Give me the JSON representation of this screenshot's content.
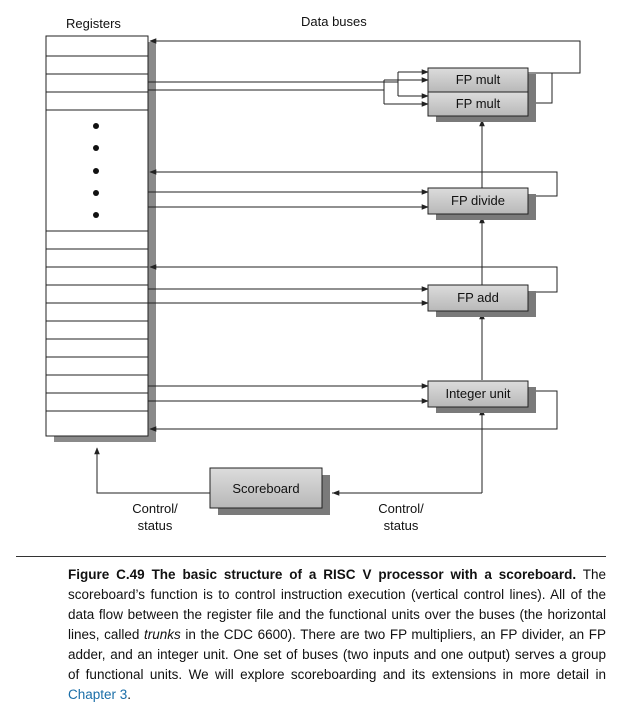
{
  "diagram": {
    "labels": {
      "registers": "Registers",
      "data_buses": "Data buses",
      "control_status_left": [
        "Control/",
        "status"
      ],
      "control_status_right": [
        "Control/",
        "status"
      ]
    },
    "units": {
      "fp_mult_1": "FP mult",
      "fp_mult_2": "FP mult",
      "fp_divide": "FP divide",
      "fp_add": "FP add",
      "integer_unit": "Integer unit",
      "scoreboard": "Scoreboard"
    },
    "colors": {
      "unit_fill_top": "#dcdcdc",
      "unit_fill_bottom": "#b8b8b8",
      "shadow": "#7a7a7a",
      "line": "#222222"
    }
  },
  "caption": {
    "figure_label": "Figure C.49",
    "title": "The basic structure of a RISC V processor with a scoreboard.",
    "text_before_trunks": "The scoreboard’s function is to control instruction execution (vertical control lines). All of the data flow between the register file and the functional units over the buses (the horizontal lines, called",
    "trunks_word": "trunks",
    "text_after_trunks": "in the CDC 6600). There are two FP multipliers, an FP divider, an FP adder, and an integer unit. One set of buses (two inputs and one output) serves a group of functional units. We will explore scoreboarding and its extensions in more detail in",
    "chapter_link": "Chapter 3",
    "end_punct": "."
  }
}
